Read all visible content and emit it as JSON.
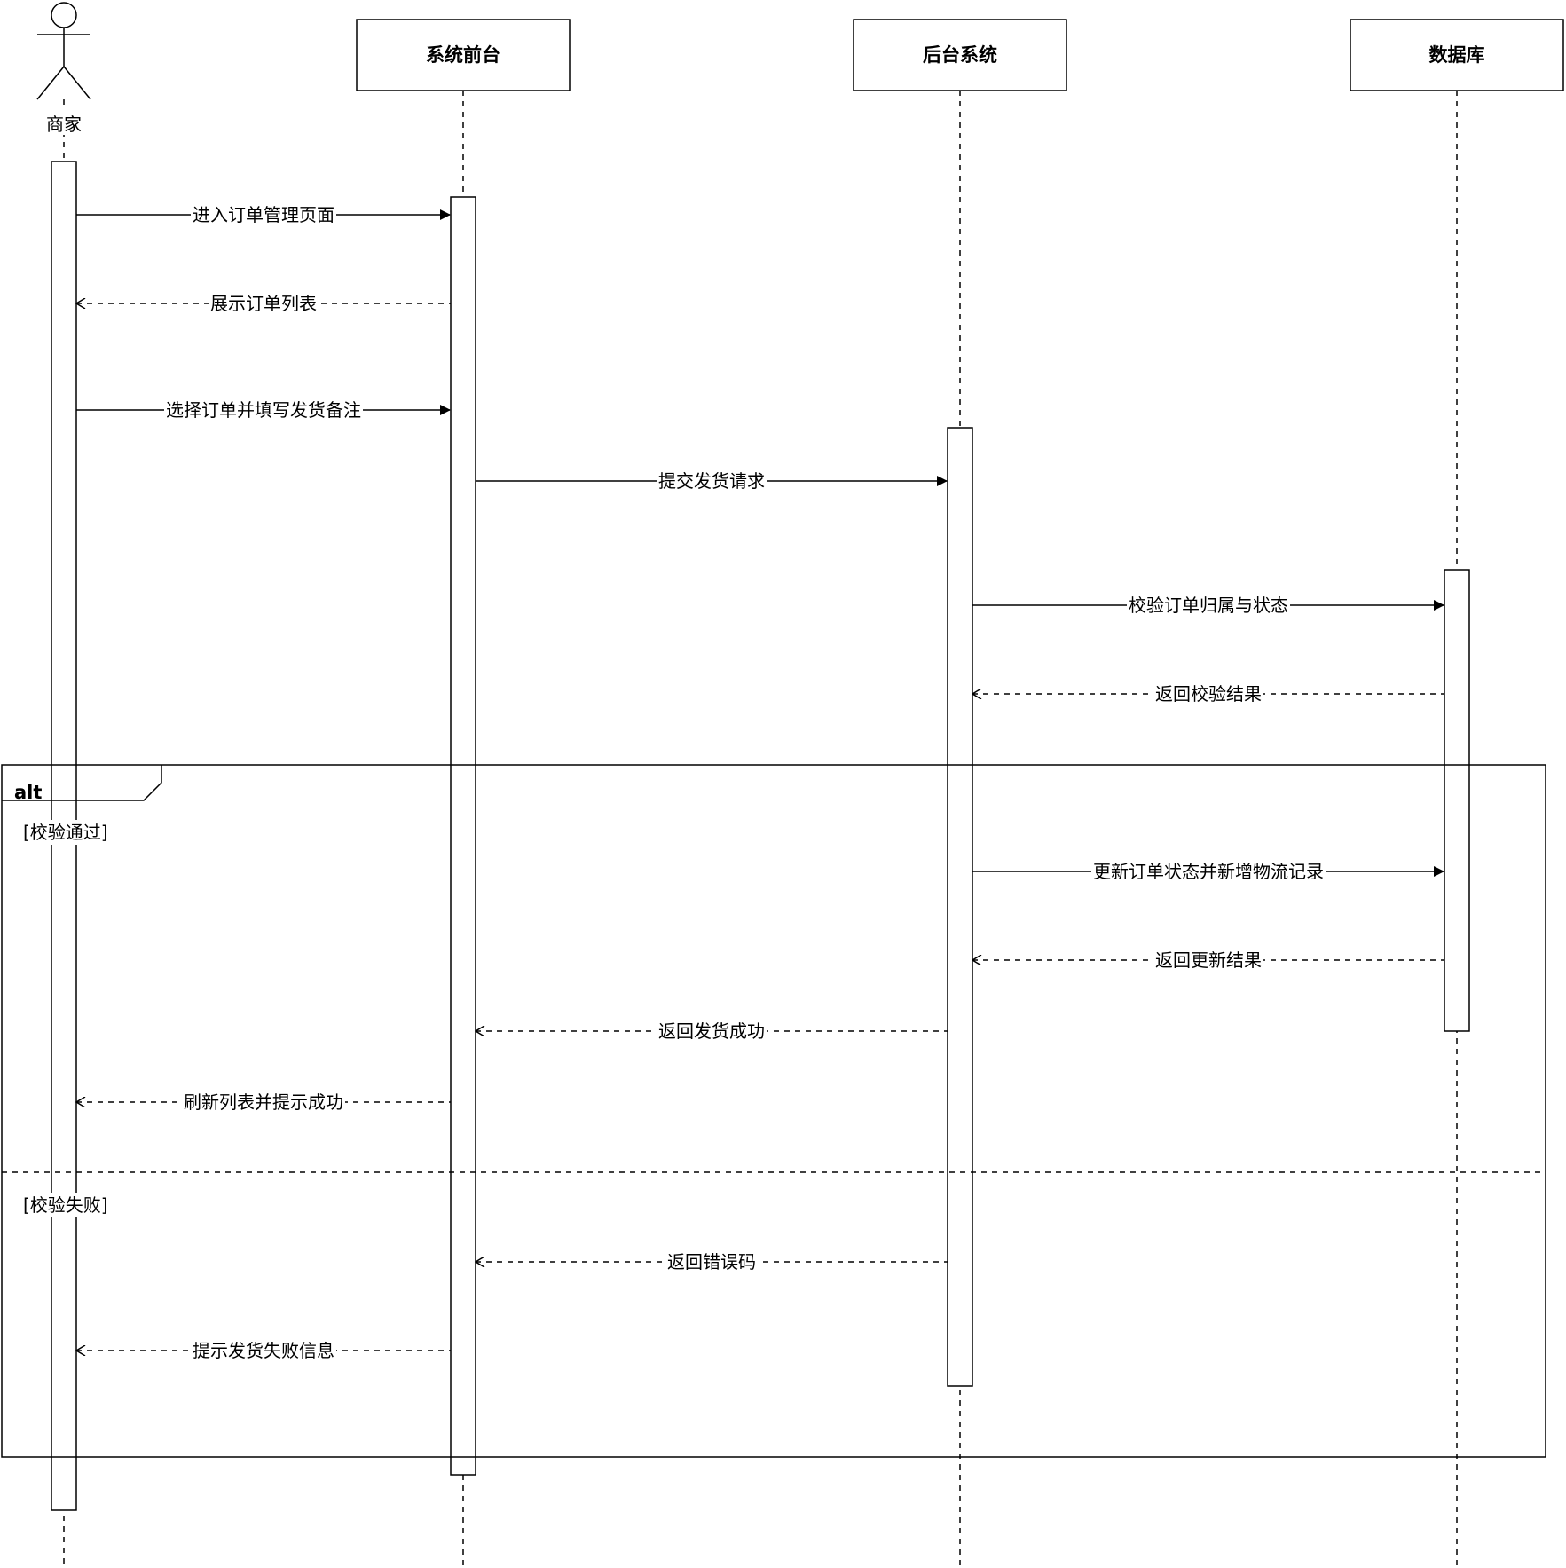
{
  "participants": {
    "actor": "商家",
    "frontend": "系统前台",
    "backend": "后台系统",
    "database": "数据库"
  },
  "messages": [
    {
      "text": "进入订单管理页面",
      "from": "actor",
      "to": "frontend",
      "style": "sync"
    },
    {
      "text": "展示订单列表",
      "from": "frontend",
      "to": "actor",
      "style": "return"
    },
    {
      "text": "选择订单并填写发货备注",
      "from": "actor",
      "to": "frontend",
      "style": "sync"
    },
    {
      "text": "提交发货请求",
      "from": "frontend",
      "to": "backend",
      "style": "sync"
    },
    {
      "text": "校验订单归属与状态",
      "from": "backend",
      "to": "database",
      "style": "sync"
    },
    {
      "text": "返回校验结果",
      "from": "database",
      "to": "backend",
      "style": "return"
    },
    {
      "text": "更新订单状态并新增物流记录",
      "from": "backend",
      "to": "database",
      "style": "sync"
    },
    {
      "text": "返回更新结果",
      "from": "database",
      "to": "backend",
      "style": "return"
    },
    {
      "text": "返回发货成功",
      "from": "backend",
      "to": "frontend",
      "style": "return"
    },
    {
      "text": "刷新列表并提示成功",
      "from": "frontend",
      "to": "actor",
      "style": "return"
    },
    {
      "text": "返回错误码",
      "from": "backend",
      "to": "frontend",
      "style": "return"
    },
    {
      "text": "提示发货失败信息",
      "from": "frontend",
      "to": "actor",
      "style": "return"
    }
  ],
  "alt_frame": {
    "label": "alt",
    "guard_success": "[校验通过]",
    "guard_failure": "[校验失败]"
  },
  "colors": {
    "line": "#000000",
    "background": "#ffffff"
  }
}
